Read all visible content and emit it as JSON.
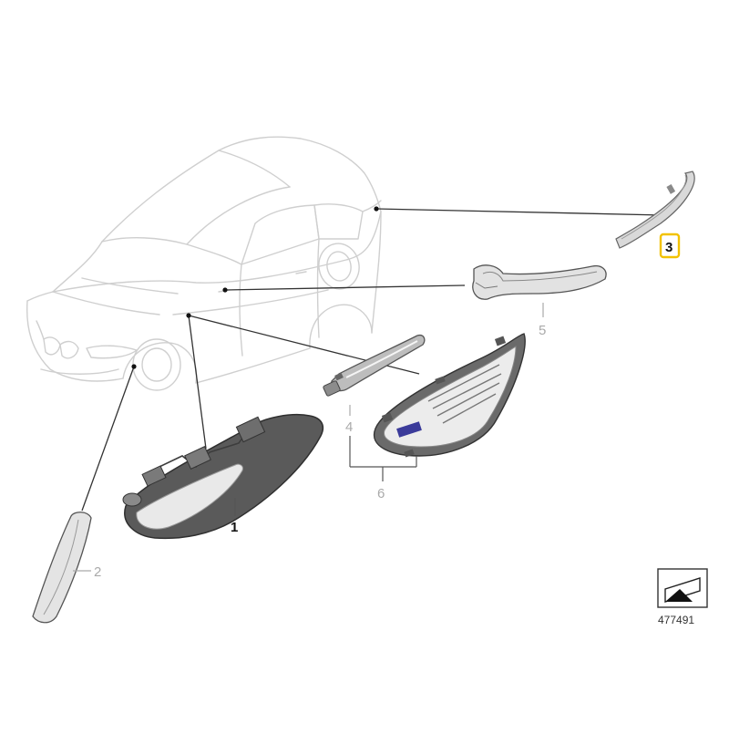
{
  "diagram": {
    "callouts": [
      {
        "id": "1",
        "label": "1",
        "emphasis": "bold"
      },
      {
        "id": "2",
        "label": "2",
        "emphasis": "grey"
      },
      {
        "id": "3",
        "label": "3",
        "emphasis": "highlighted"
      },
      {
        "id": "4",
        "label": "4",
        "emphasis": "grey"
      },
      {
        "id": "5",
        "label": "5",
        "emphasis": "grey"
      },
      {
        "id": "6",
        "label": "6",
        "emphasis": "grey"
      }
    ],
    "document_number": "477491",
    "colors": {
      "car_outline": "#cccccc",
      "leader_line": "#333333",
      "part_dark": "#4a4a4a",
      "part_light": "#e6e6e6",
      "highlight_box": "#f2c200"
    },
    "icons": [
      "car-outline-icon",
      "arrow-corner-icon"
    ]
  }
}
